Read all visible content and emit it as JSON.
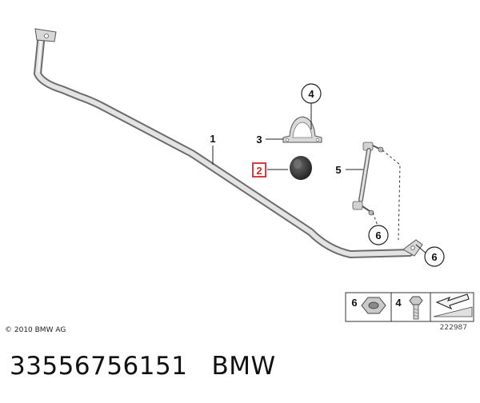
{
  "diagram": {
    "callouts": {
      "part1": "1",
      "part2": "2",
      "part3": "3",
      "part4": "4",
      "part5": "5",
      "part6a": "6",
      "part6b": "6"
    },
    "hardware_panel": {
      "label_nut": "6",
      "label_bolt": "4",
      "drawing_number": "222987"
    },
    "copyright": "© 2010 BMW AG",
    "highlight_color": "#d9262b"
  },
  "caption": {
    "part_number": "33556756151",
    "brand": "BMW"
  }
}
